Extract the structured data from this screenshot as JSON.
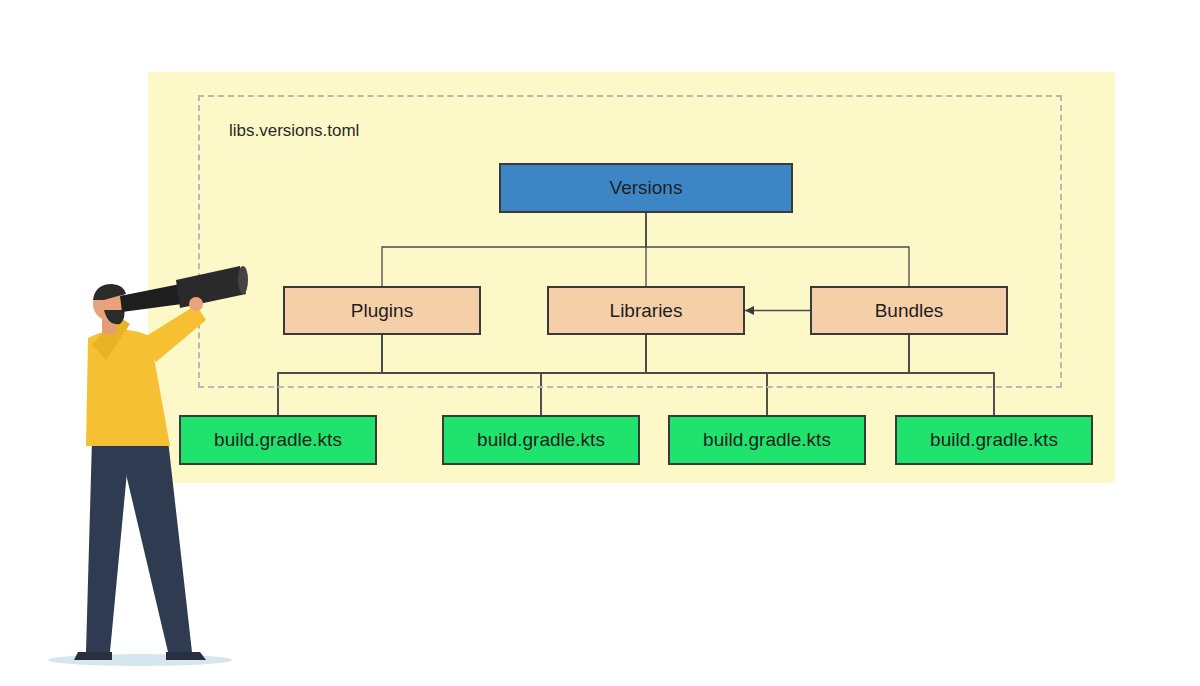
{
  "diagram": {
    "nodes": [
      {
        "text": [
          "libs.versions.toml"
        ]
      },
      {
        "text": [
          "Versions"
        ],
        "in": 0
      },
      {
        "text": [
          "Plugins"
        ],
        "in": 0
      },
      {
        "text": [
          "Libraries"
        ],
        "in": 0
      },
      {
        "text": [
          "Bundles"
        ],
        "in": 0
      },
      {
        "text": [
          "build.gradle.kts"
        ]
      },
      {
        "text": [
          "build.gradle.kts"
        ]
      },
      {
        "text": [
          "build.gradle.kts"
        ]
      },
      {
        "text": [
          "build.gradle.kts"
        ]
      }
    ],
    "edges": [
      {
        "from": 1,
        "to": 2,
        "arrow": "none"
      },
      {
        "from": 1,
        "to": 3,
        "arrow": "none"
      },
      {
        "from": 1,
        "to": 4,
        "arrow": "none"
      },
      {
        "from": 4,
        "to": 3,
        "arrow": "to"
      },
      {
        "from": 2,
        "to": 5,
        "arrow": "none"
      },
      {
        "from": 2,
        "to": 6,
        "arrow": "none"
      },
      {
        "from": 2,
        "to": 7,
        "arrow": "none"
      },
      {
        "from": 2,
        "to": 8,
        "arrow": "none"
      },
      {
        "from": 3,
        "to": 5,
        "arrow": "none"
      },
      {
        "from": 3,
        "to": 6,
        "arrow": "none"
      },
      {
        "from": 3,
        "to": 7,
        "arrow": "none"
      },
      {
        "from": 3,
        "to": 8,
        "arrow": "none"
      },
      {
        "from": 4,
        "to": 5,
        "arrow": "none"
      },
      {
        "from": 4,
        "to": 6,
        "arrow": "none"
      },
      {
        "from": 4,
        "to": 7,
        "arrow": "none"
      },
      {
        "from": 4,
        "to": 8,
        "arrow": "none"
      }
    ]
  }
}
